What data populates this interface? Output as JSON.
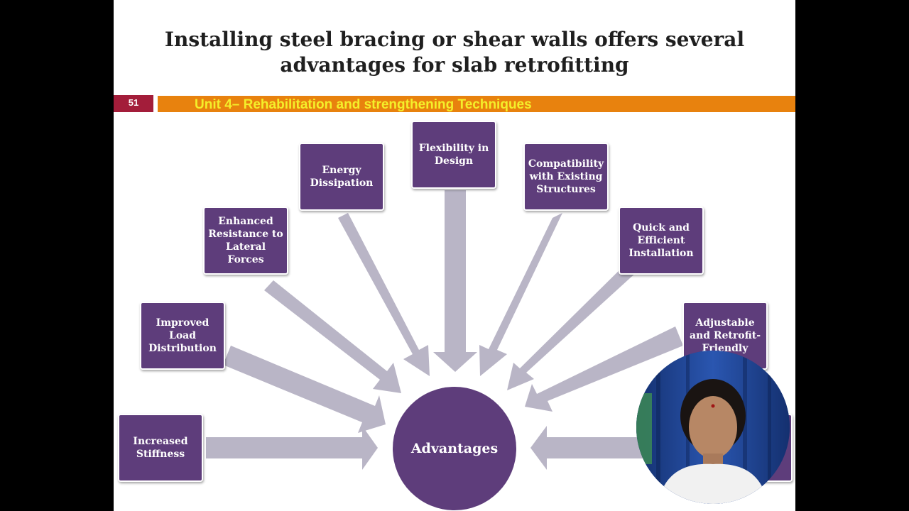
{
  "slide": {
    "title_line1": "Installing steel bracing or shear walls offers several",
    "title_line2": "advantages for slab retrofitting",
    "number": "51",
    "unit": "Unit 4– Rehabilitation and strengthening Techniques"
  },
  "diagram": {
    "center": "Advantages",
    "boxes": [
      {
        "label": "Increased Stiffness"
      },
      {
        "label": "Improved Load Distribution"
      },
      {
        "label": "Enhanced Resistance to Lateral Forces"
      },
      {
        "label": "Energy Dissipation"
      },
      {
        "label": "Flexibility in Design"
      },
      {
        "label": "Compatibility with Existing Structures"
      },
      {
        "label": "Quick and Efficient Installation"
      },
      {
        "label": "Adjustable and Retrofit-Friendly"
      }
    ]
  },
  "colors": {
    "box": "#5e3d7b",
    "arrow": "#b9b5c6",
    "unit_bar": "#e8820e",
    "unit_text": "#f4ef2a",
    "number_bg": "#a31d3a"
  }
}
